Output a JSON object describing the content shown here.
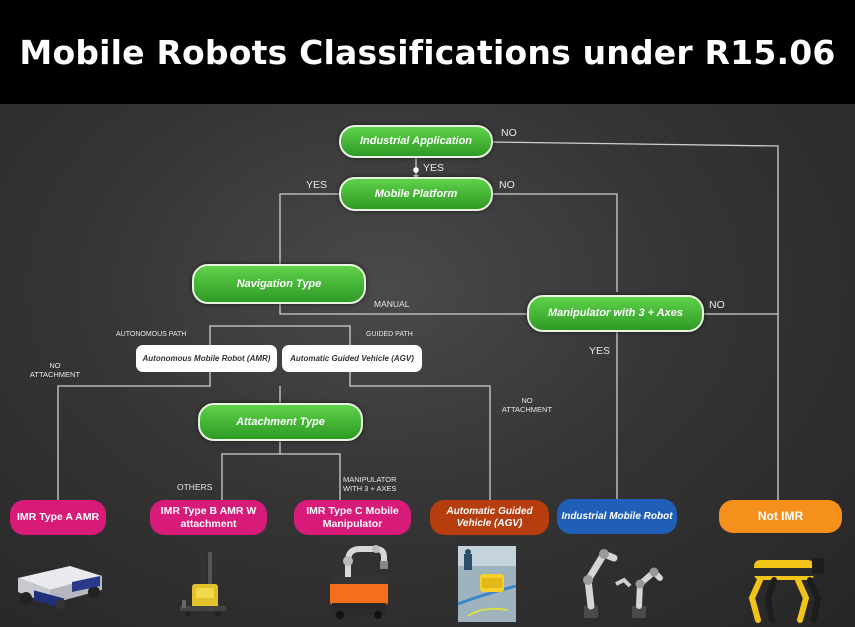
{
  "title": "Mobile Robots Classifications under R15.06",
  "colors": {
    "decision_green": "#3fb52e",
    "imr_pink": "#d81b79",
    "agv_brown": "#b53d0e",
    "mobile_robot_blue": "#1f5fb8",
    "not_imr_orange": "#f5901c",
    "connector": "#cfcfcf"
  },
  "nodes": {
    "industrial_application": "Industrial Application",
    "mobile_platform": "Mobile Platform",
    "navigation_type": "Navigation Type",
    "manipulator": "Manipulator with 3 + Axes",
    "amr": "Autonomous Mobile Robot (AMR)",
    "agv": "Automatic Guided Vehicle (AGV)",
    "attachment_type": "Attachment Type"
  },
  "edge_labels": {
    "no_1": "NO",
    "yes_1": "YES",
    "yes_2": "YES",
    "no_2": "NO",
    "manual": "MANUAL",
    "no_3": "NO",
    "autonomous_path": "AUTONOMOUS PATH",
    "guided_path": "GUIDED PATH",
    "yes_3": "YES",
    "no_attachment_left": "NO ATTACHMENT",
    "no_attachment_right": "NO ATTACHMENT",
    "others": "OTHERS",
    "manipulator_3_axes": "MANIPULATOR WITH 3 + AXES"
  },
  "outcomes": [
    {
      "label": "IMR Type A AMR",
      "color": "#d81b79",
      "icon": "wheeled-base-robot-icon"
    },
    {
      "label": "IMR Type B AMR W attachment",
      "color": "#d81b79",
      "icon": "pallet-mover-robot-icon"
    },
    {
      "label": "IMR Type C Mobile Manipulator",
      "color": "#d81b79",
      "icon": "mobile-manipulator-robot-icon"
    },
    {
      "label": "Automatic Guided Vehicle (AGV)",
      "color": "#b53d0e",
      "icon": "agv-warehouse-icon"
    },
    {
      "label": "Industrial Mobile Robot",
      "color": "#1f5fb8",
      "icon": "robot-arms-icon"
    },
    {
      "label": "Not IMR",
      "color": "#f5901c",
      "icon": "quadruped-robot-icon"
    }
  ]
}
